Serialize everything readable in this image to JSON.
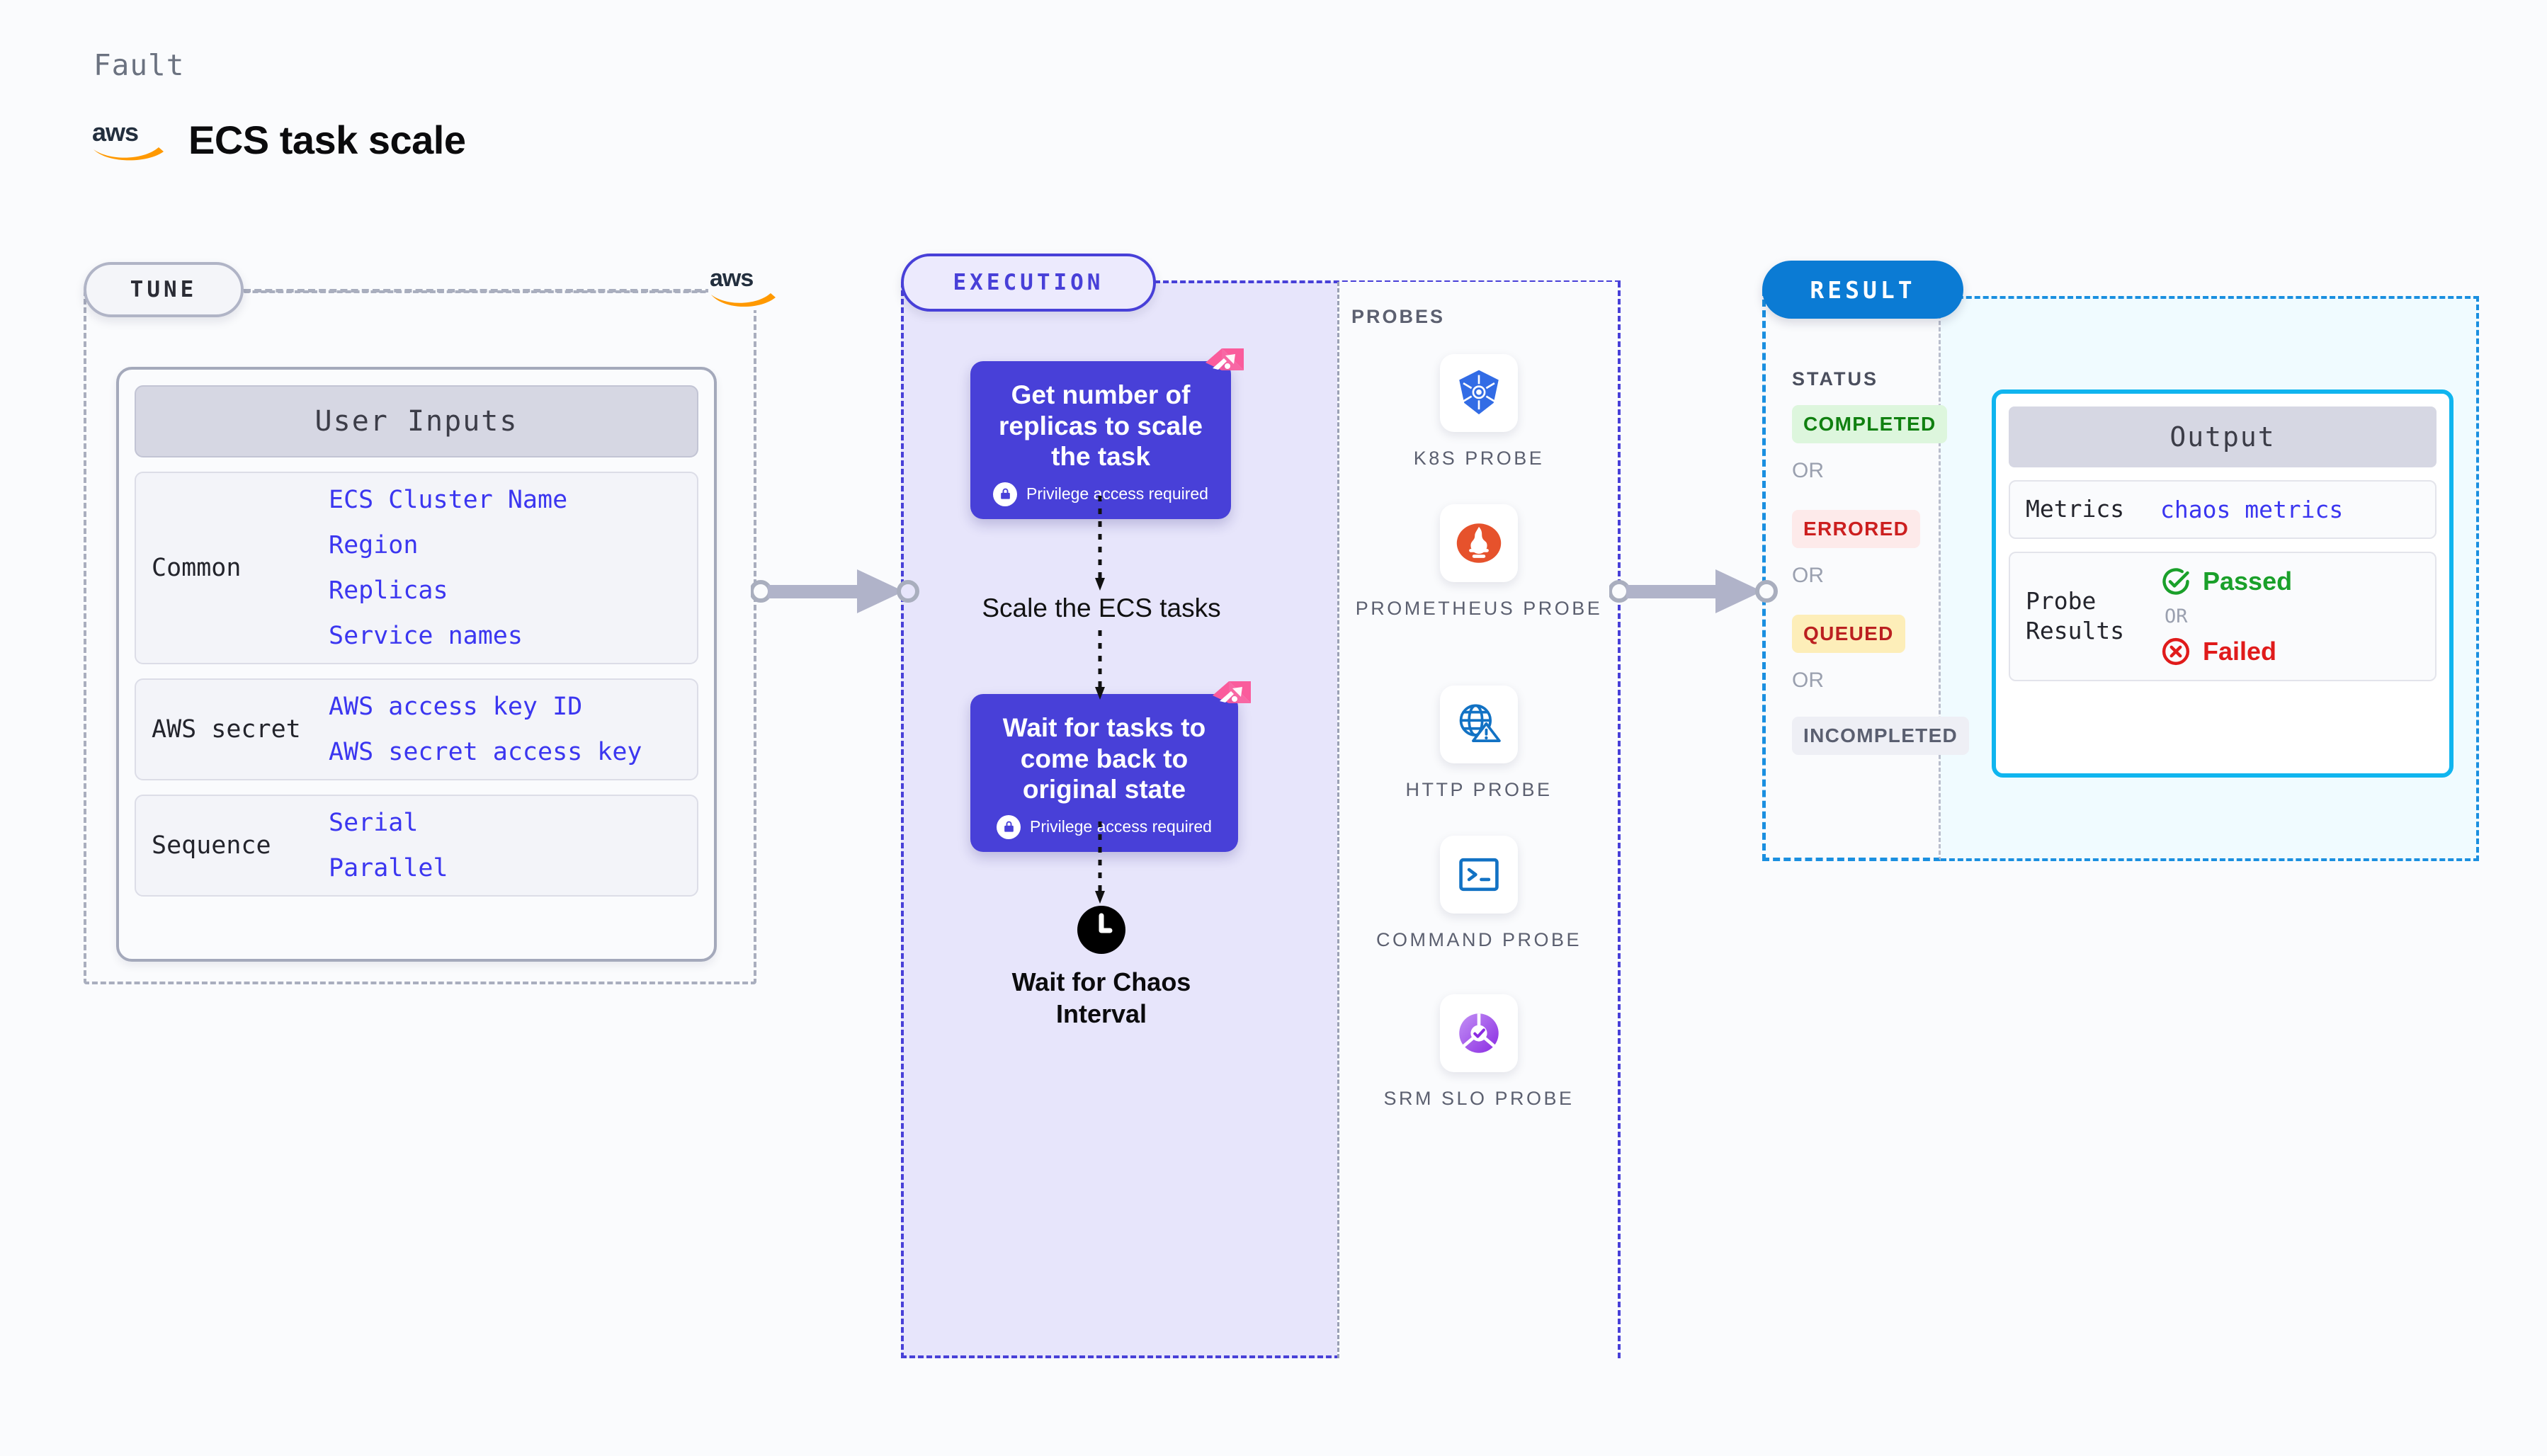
{
  "header": {
    "fault_label": "Fault",
    "provider_icon": "aws-logo",
    "title": "ECS task scale"
  },
  "tune": {
    "pill_label": "TUNE",
    "provider_icon": "aws-logo",
    "card": {
      "head": "User Inputs",
      "groups": [
        {
          "label": "Common",
          "values": [
            "ECS Cluster Name",
            "Region",
            "Replicas",
            "Service names"
          ]
        },
        {
          "label": "AWS secret",
          "values": [
            "AWS access key ID",
            "AWS secret access key"
          ]
        },
        {
          "label": "Sequence",
          "values": [
            "Serial",
            "Parallel"
          ]
        }
      ]
    }
  },
  "execution": {
    "pill_label": "EXECUTION",
    "steps": [
      {
        "title": "Get number of replicas to scale the task",
        "sub": "Privilege access required",
        "badge_icon": "chaos-flag-icon",
        "lock_icon": "lock-icon"
      },
      {
        "title": "Wait for tasks to come back to original state",
        "sub": "Privilege access required",
        "badge_icon": "chaos-flag-icon",
        "lock_icon": "lock-icon"
      }
    ],
    "middle_label": "Scale the ECS tasks",
    "wait": {
      "icon": "clock-icon",
      "label": "Wait for Chaos Interval"
    }
  },
  "probes": {
    "title": "PROBES",
    "items": [
      {
        "icon": "kubernetes-icon",
        "label": "K8S PROBE"
      },
      {
        "icon": "prometheus-icon",
        "label": "PROMETHEUS PROBE"
      },
      {
        "icon": "http-globe-warning-icon",
        "label": "HTTP PROBE"
      },
      {
        "icon": "terminal-icon",
        "label": "COMMAND PROBE"
      },
      {
        "icon": "srm-slo-icon",
        "label": "SRM SLO PROBE"
      }
    ]
  },
  "result": {
    "pill_label": "RESULT",
    "status_title": "STATUS",
    "or_label": "OR",
    "statuses": [
      {
        "label": "COMPLETED",
        "bg": "#ddf6dd",
        "fg": "#108010"
      },
      {
        "label": "ERRORED",
        "bg": "#fdeaea",
        "fg": "#cc1f1f"
      },
      {
        "label": "QUEUED",
        "bg": "#fdeeb9",
        "fg": "#bb2020"
      },
      {
        "label": "INCOMPLETED",
        "bg": "#eeeff5",
        "fg": "#5a5f70"
      }
    ],
    "output": {
      "head": "Output",
      "metrics_label": "Metrics",
      "metrics_value": "chaos metrics",
      "probe_results_label": "Probe Results",
      "passed_label": "Passed",
      "passed_icon": "check-circle-icon",
      "or_label": "OR",
      "failed_label": "Failed",
      "failed_icon": "x-circle-icon"
    }
  },
  "colors": {
    "purple": "#4840d8",
    "blue": "#0b7bd4",
    "cyan": "#10b5ef",
    "pink": "#fa5c9c",
    "mono_blue": "#3b36f0",
    "grey_border": "#a9aebe",
    "page_bg": "#fafbfd"
  }
}
